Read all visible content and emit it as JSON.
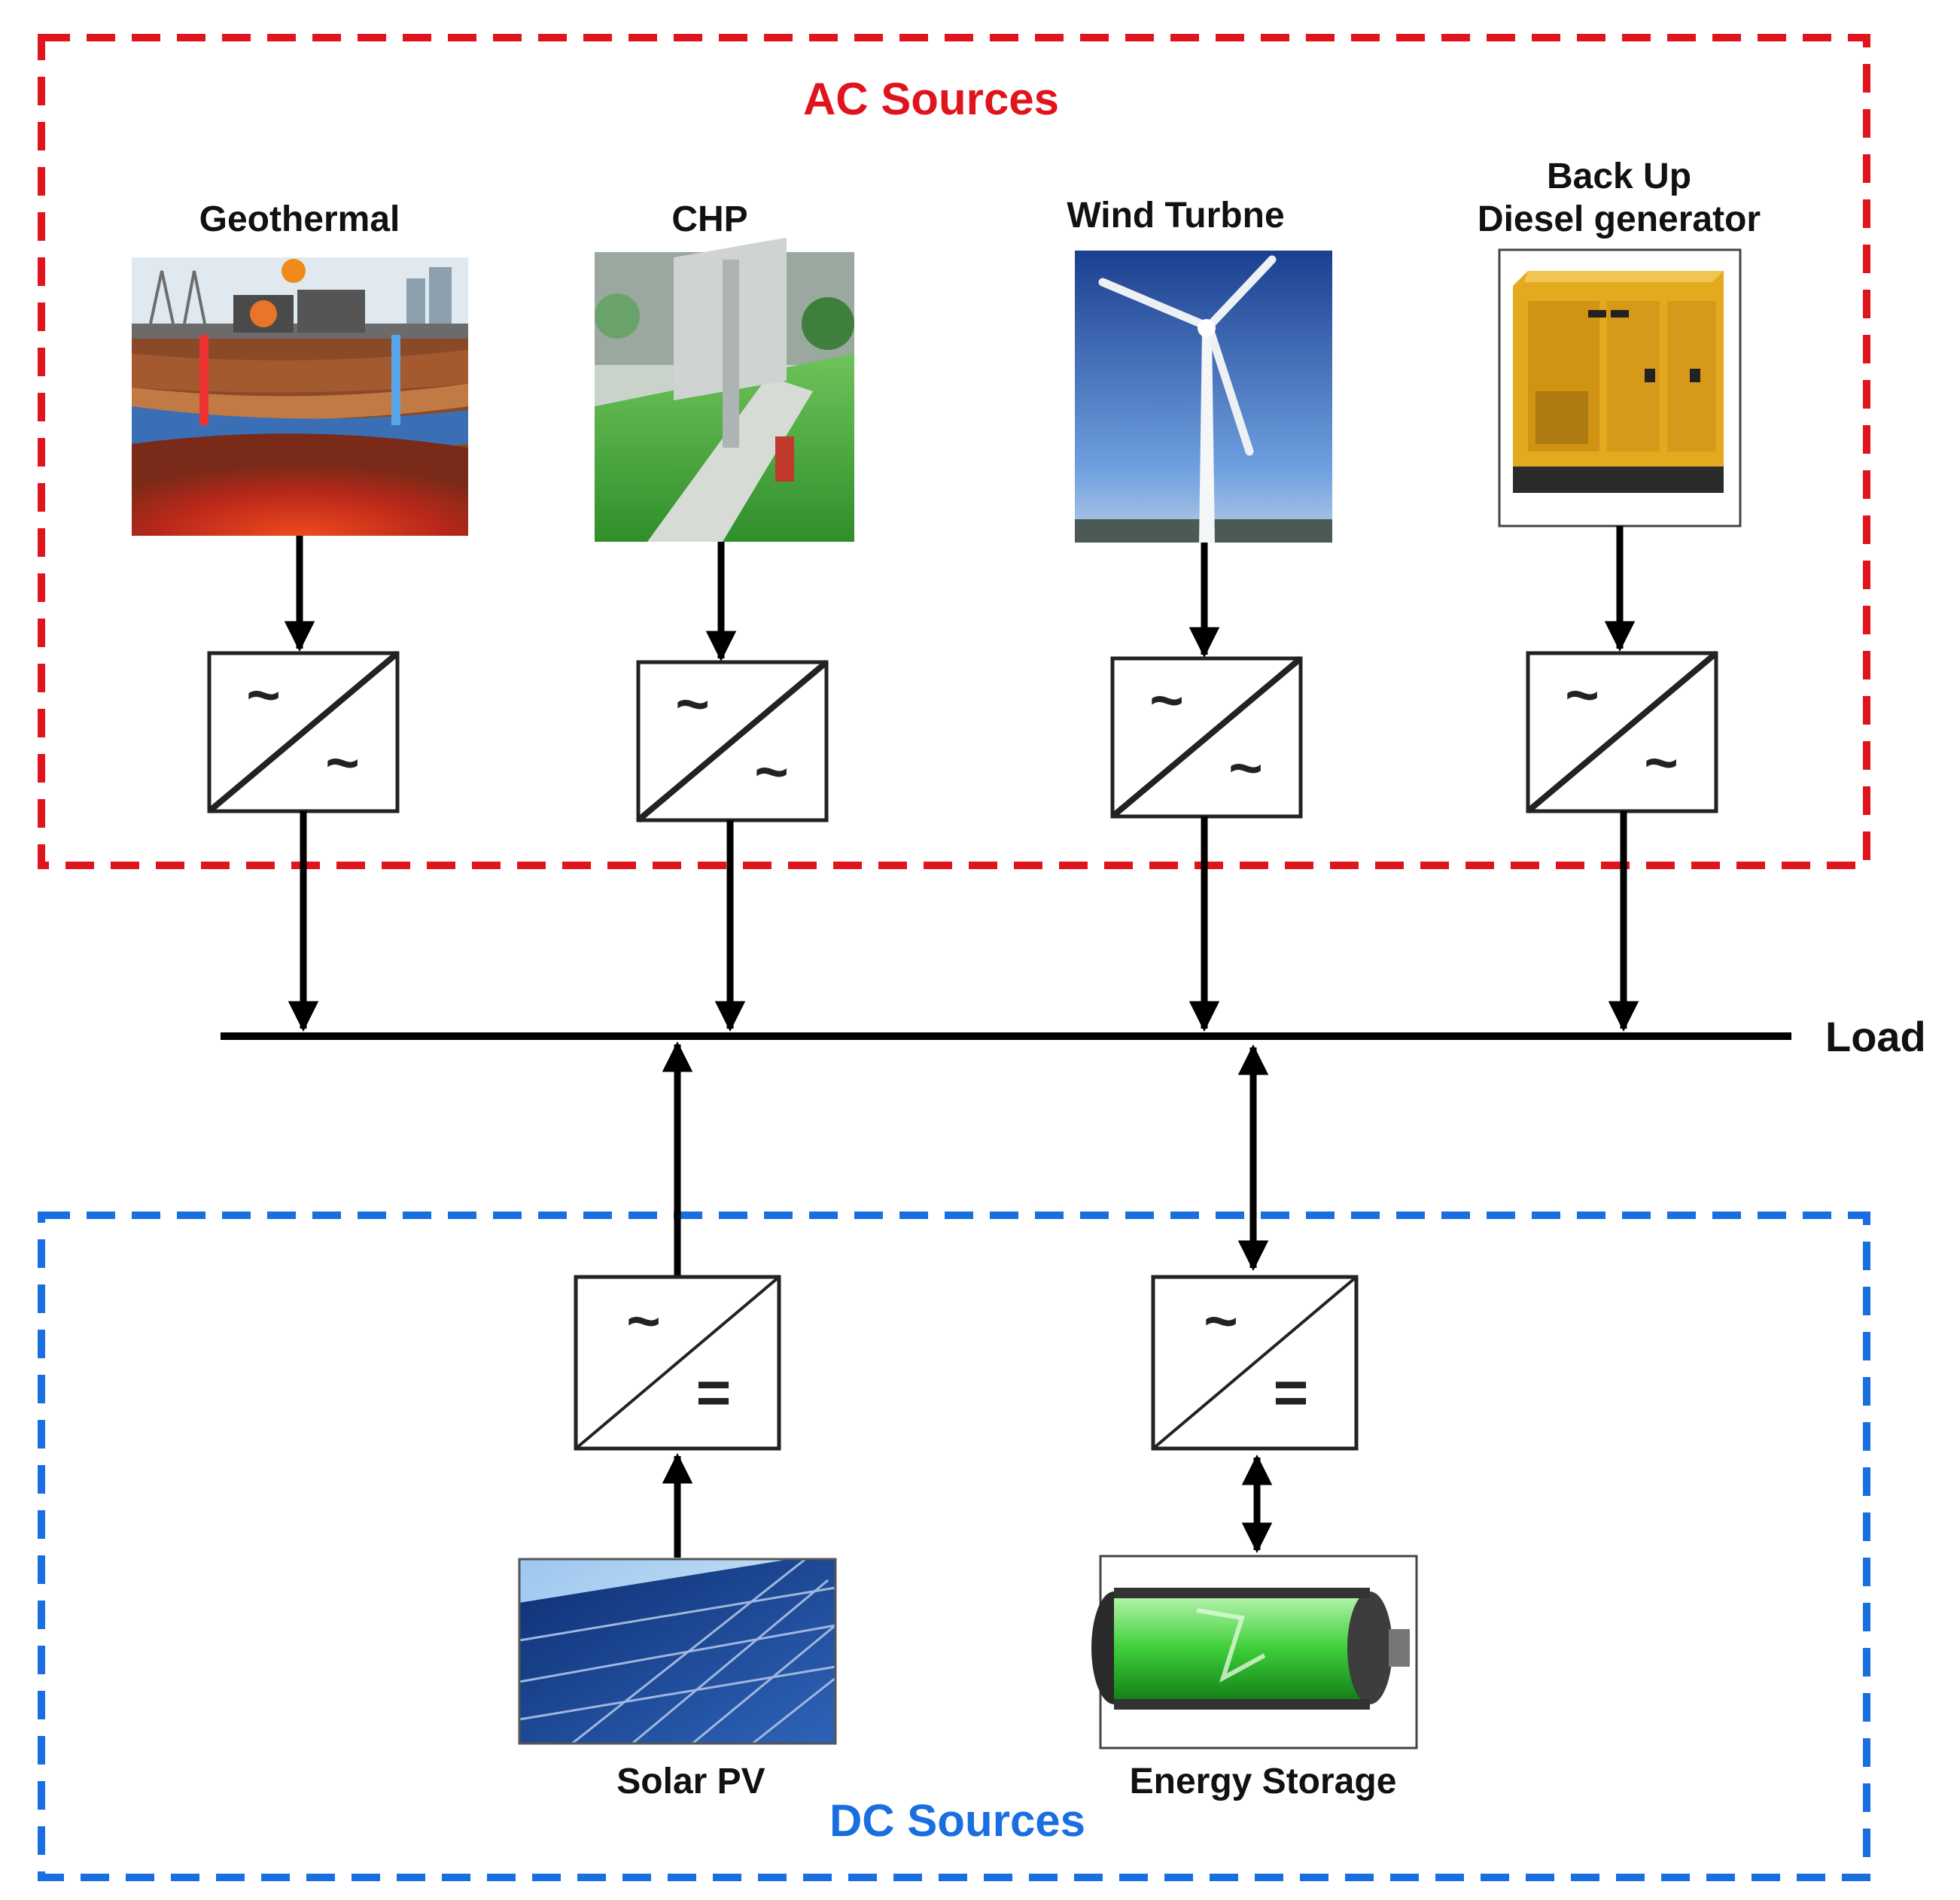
{
  "ac_group": {
    "title": "AC Sources",
    "color": "#e0141c",
    "sources": [
      {
        "label": "Geothermal",
        "icon": "geothermal-plant-icon"
      },
      {
        "label": "CHP",
        "icon": "chp-plant-icon"
      },
      {
        "label": "Wind Turbne",
        "icon": "wind-turbine-icon"
      },
      {
        "label_line1": "Back Up",
        "label_line2": "Diesel generator",
        "icon": "diesel-generator-icon"
      }
    ],
    "converter_type": "AC/AC",
    "converter_symbol_top": "~",
    "converter_symbol_bottom": "~"
  },
  "bus": {
    "label": "Load",
    "color": "#000000"
  },
  "dc_group": {
    "title": "DC Sources",
    "color": "#1a6fe0",
    "sources": [
      {
        "label": "Solar PV",
        "icon": "solar-panel-icon",
        "flow": "unidirectional"
      },
      {
        "label": "Energy Storage",
        "icon": "battery-icon",
        "flow": "bidirectional"
      }
    ],
    "converter_type": "DC/AC",
    "converter_symbol_top": "~",
    "converter_symbol_bottom": "="
  }
}
